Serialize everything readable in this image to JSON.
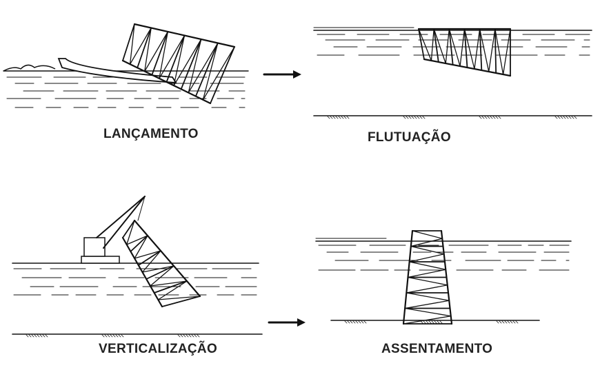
{
  "steps": [
    {
      "label": "LANÇAMENTO"
    },
    {
      "label": "FLUTUAÇÃO"
    },
    {
      "label": "VERTICALIZAÇÃO"
    },
    {
      "label": "ASSENTAMENTO"
    }
  ],
  "colors": {
    "ink": "#111111",
    "background": "#ffffff"
  }
}
